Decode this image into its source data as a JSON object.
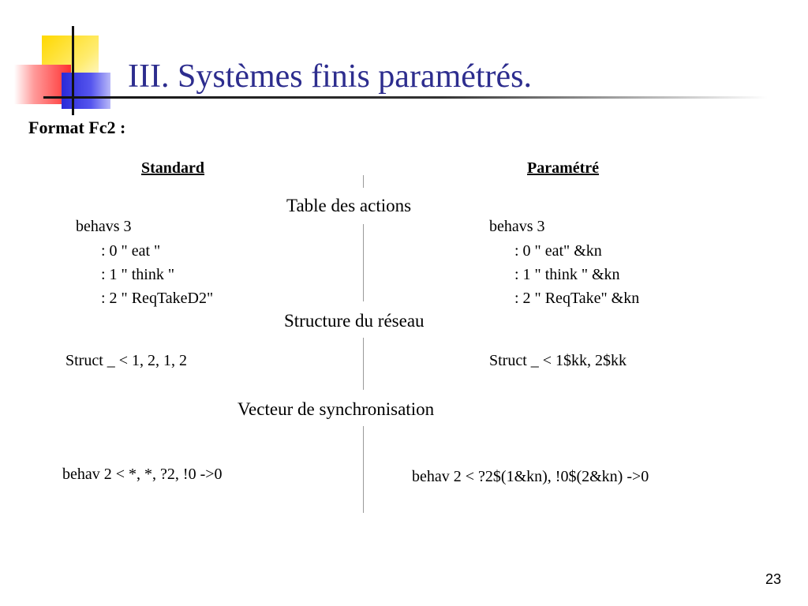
{
  "slide": {
    "title": "III. Systèmes finis paramétrés.",
    "subtitle": "Format Fc2  :",
    "page_number": "23"
  },
  "columns": {
    "left_header": "Standard",
    "right_header": "Paramétré"
  },
  "sections": {
    "actions": "Table des actions",
    "network": "Structure du réseau",
    "sync": "Vecteur de synchronisation"
  },
  "actions": {
    "standard": [
      "behavs 3",
      ": 0 \" eat \"",
      ": 1 \" think \"",
      ": 2 \" ReqTakeD2\""
    ],
    "parametre": [
      "behavs 3",
      ": 0 \" eat\" &kn",
      ": 1 \" think \" &kn",
      ": 2 \" ReqTake\" &kn"
    ]
  },
  "network": {
    "standard": "Struct _ < 1, 2, 1, 2",
    "parametre": "Struct _ < 1$kk,  2$kk"
  },
  "sync": {
    "standard": "behav  2 < *, *, ?2, !0   ->0",
    "parametre": "behav 2 <  ?2$(1&kn), !0$(2&kn)  ->0"
  }
}
